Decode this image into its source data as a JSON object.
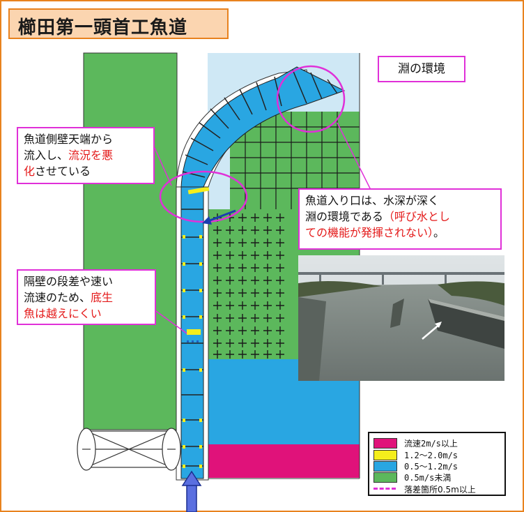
{
  "title": "櫛田第一頭首工魚道",
  "label_pool": "淵の環境",
  "callout_sidewall": {
    "line1": "魚道側壁天端から",
    "line2_a": "流入し、",
    "line2_b": "流況を悪",
    "line3_a": "化",
    "line3_b": "させている"
  },
  "callout_entrance": {
    "line1": "魚道入り口は、水深が深く",
    "line2_a": "淵の環境である",
    "line2_b": "（呼び水とし",
    "line3_a": "ての機能が発揮されない）",
    "line3_b": "。"
  },
  "callout_step": {
    "line1": "隔壁の段差や速い",
    "line2_a": "流速のため、",
    "line2_b": "底生",
    "line3_a": "魚は越えにくい"
  },
  "legend": {
    "items": [
      {
        "label": "流速2m/s以上",
        "color": "#e0127a"
      },
      {
        "label": "1.2～2.0m/s",
        "color": "#f5ee1c"
      },
      {
        "label": "0.5～1.2m/s",
        "color": "#29a6e2"
      },
      {
        "label": "0.5m/s未満",
        "color": "#5cb85c"
      }
    ],
    "drop_label": "落差箇所0.5m以上",
    "drop_color": "#e030d8"
  },
  "colors": {
    "green": "#5cb85c",
    "blue": "#29a6e2",
    "light_blue": "#cfe8f5",
    "magenta": "#e0127a",
    "yellow": "#f5ee1c",
    "callout_border": "#e030d8",
    "frame": "#e8821e"
  }
}
